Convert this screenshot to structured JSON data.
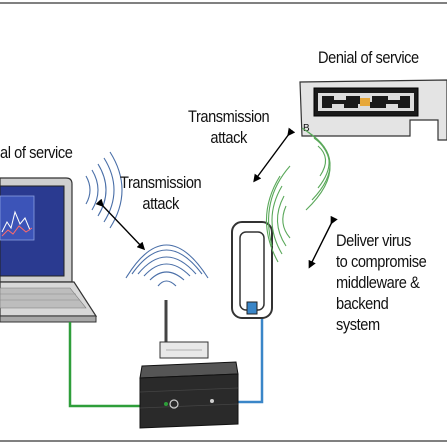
{
  "labels": {
    "dos_left": "al of service",
    "dos_right": "Denial of service",
    "transmission_attack_1": "Transmission\nattack",
    "transmission_attack_2": "Transmission\nattack",
    "deliver_virus": "Deliver virus\nto compromise\nmiddleware &\nbackend system"
  },
  "colors": {
    "green_cable": "#2e9e3a",
    "blue_cable": "#3a86c8",
    "wave_green": "#5aa85a",
    "wave_blue": "#4a6fa8",
    "screen_blue": "#2a3a90",
    "device_dark": "#2a2a2a"
  }
}
